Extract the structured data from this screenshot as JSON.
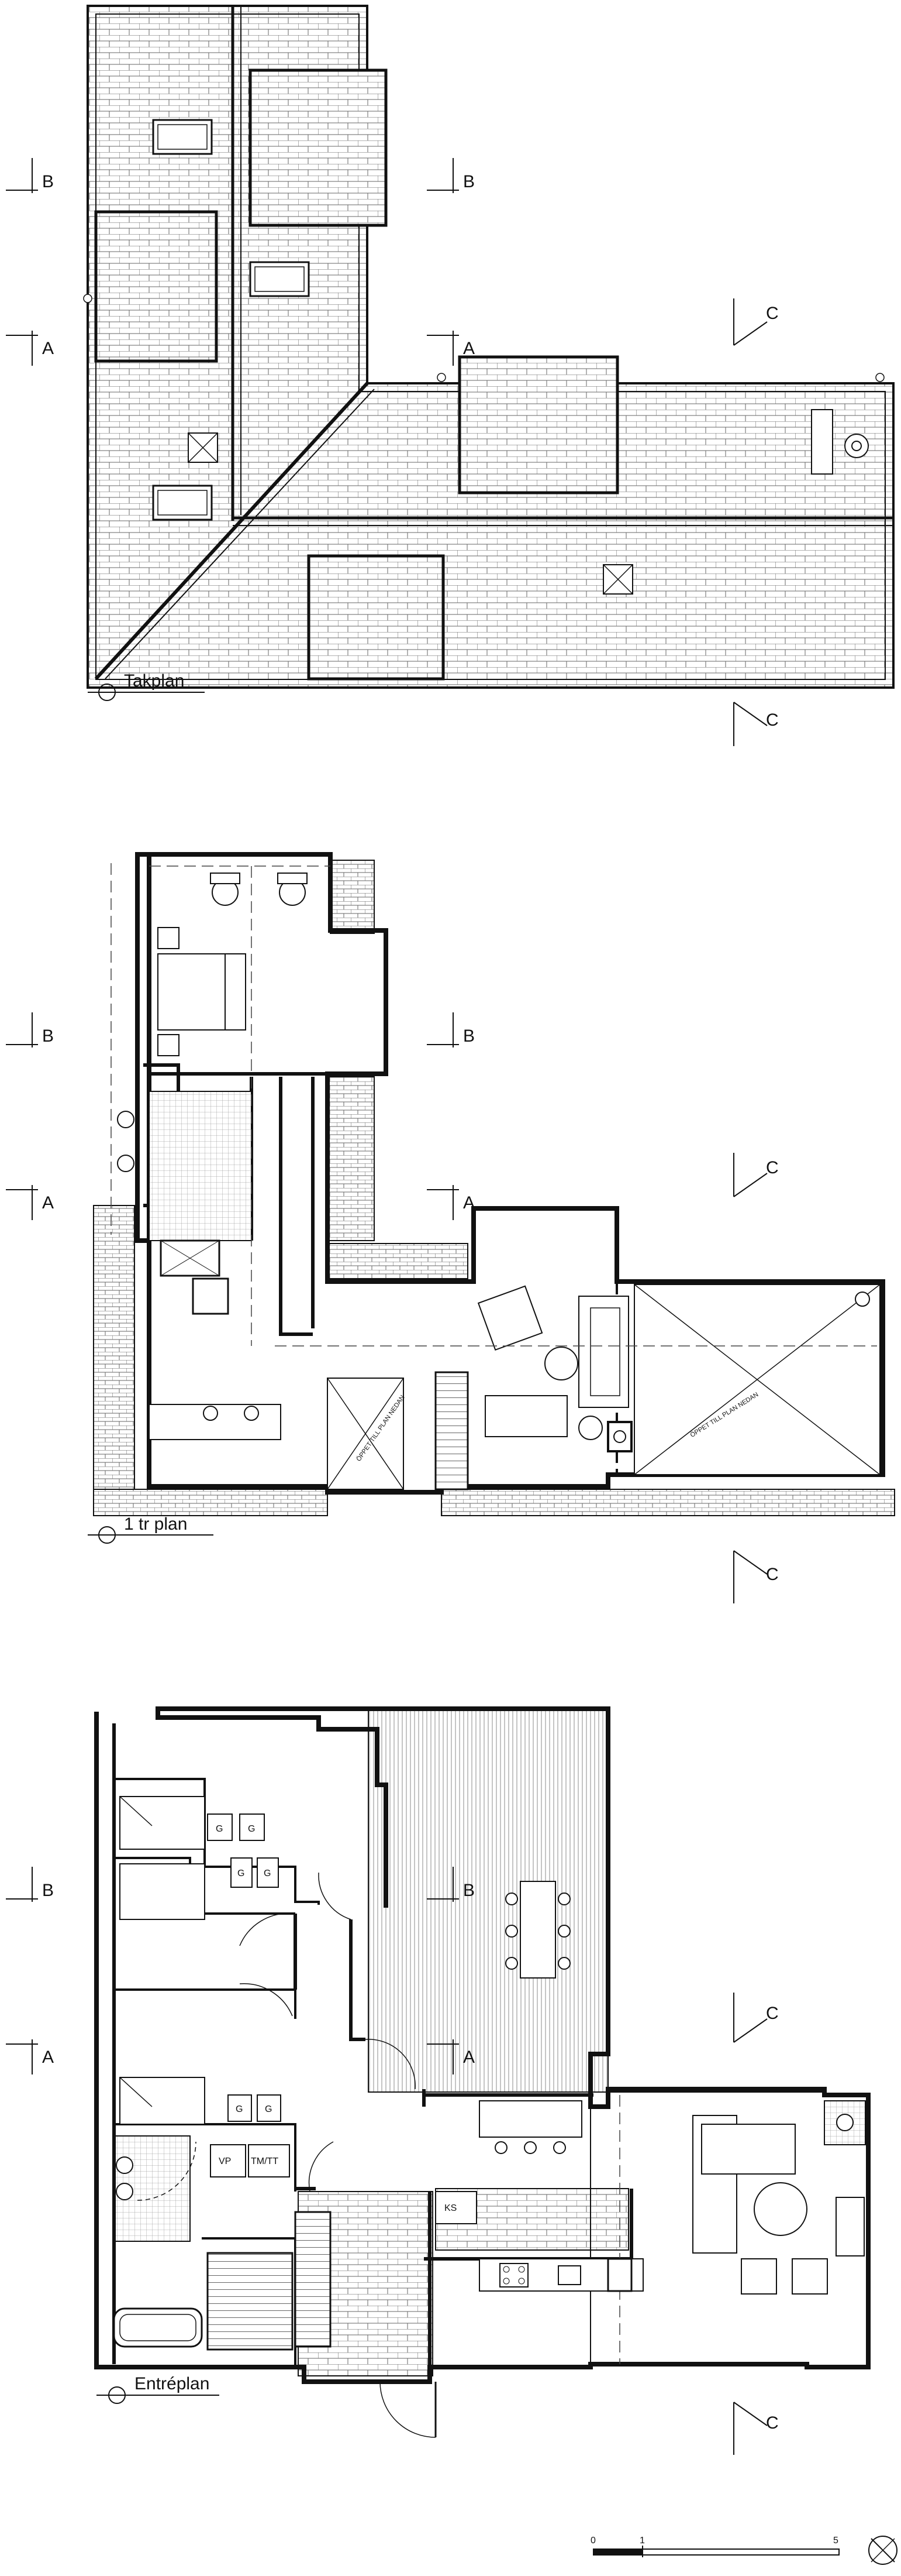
{
  "colors": {
    "ink": "#111111",
    "hatch": "#555555",
    "paper": "#ffffff"
  },
  "plans": {
    "roof": {
      "title": "Takplan"
    },
    "upper": {
      "title": "1 tr plan",
      "void_note": "ÖPPET TILL PLAN NEDAN"
    },
    "ground": {
      "title": "Entréplan",
      "wc_label": "TM/TT",
      "vp_label": "VP",
      "ks_label": "KS",
      "g_label": "G"
    }
  },
  "section_markers": {
    "a": "A",
    "b": "B",
    "c": "C"
  },
  "scale_bar": {
    "zero": "0",
    "one": "1",
    "five": "5"
  },
  "icons": {
    "north": "north-arrow-icon"
  }
}
